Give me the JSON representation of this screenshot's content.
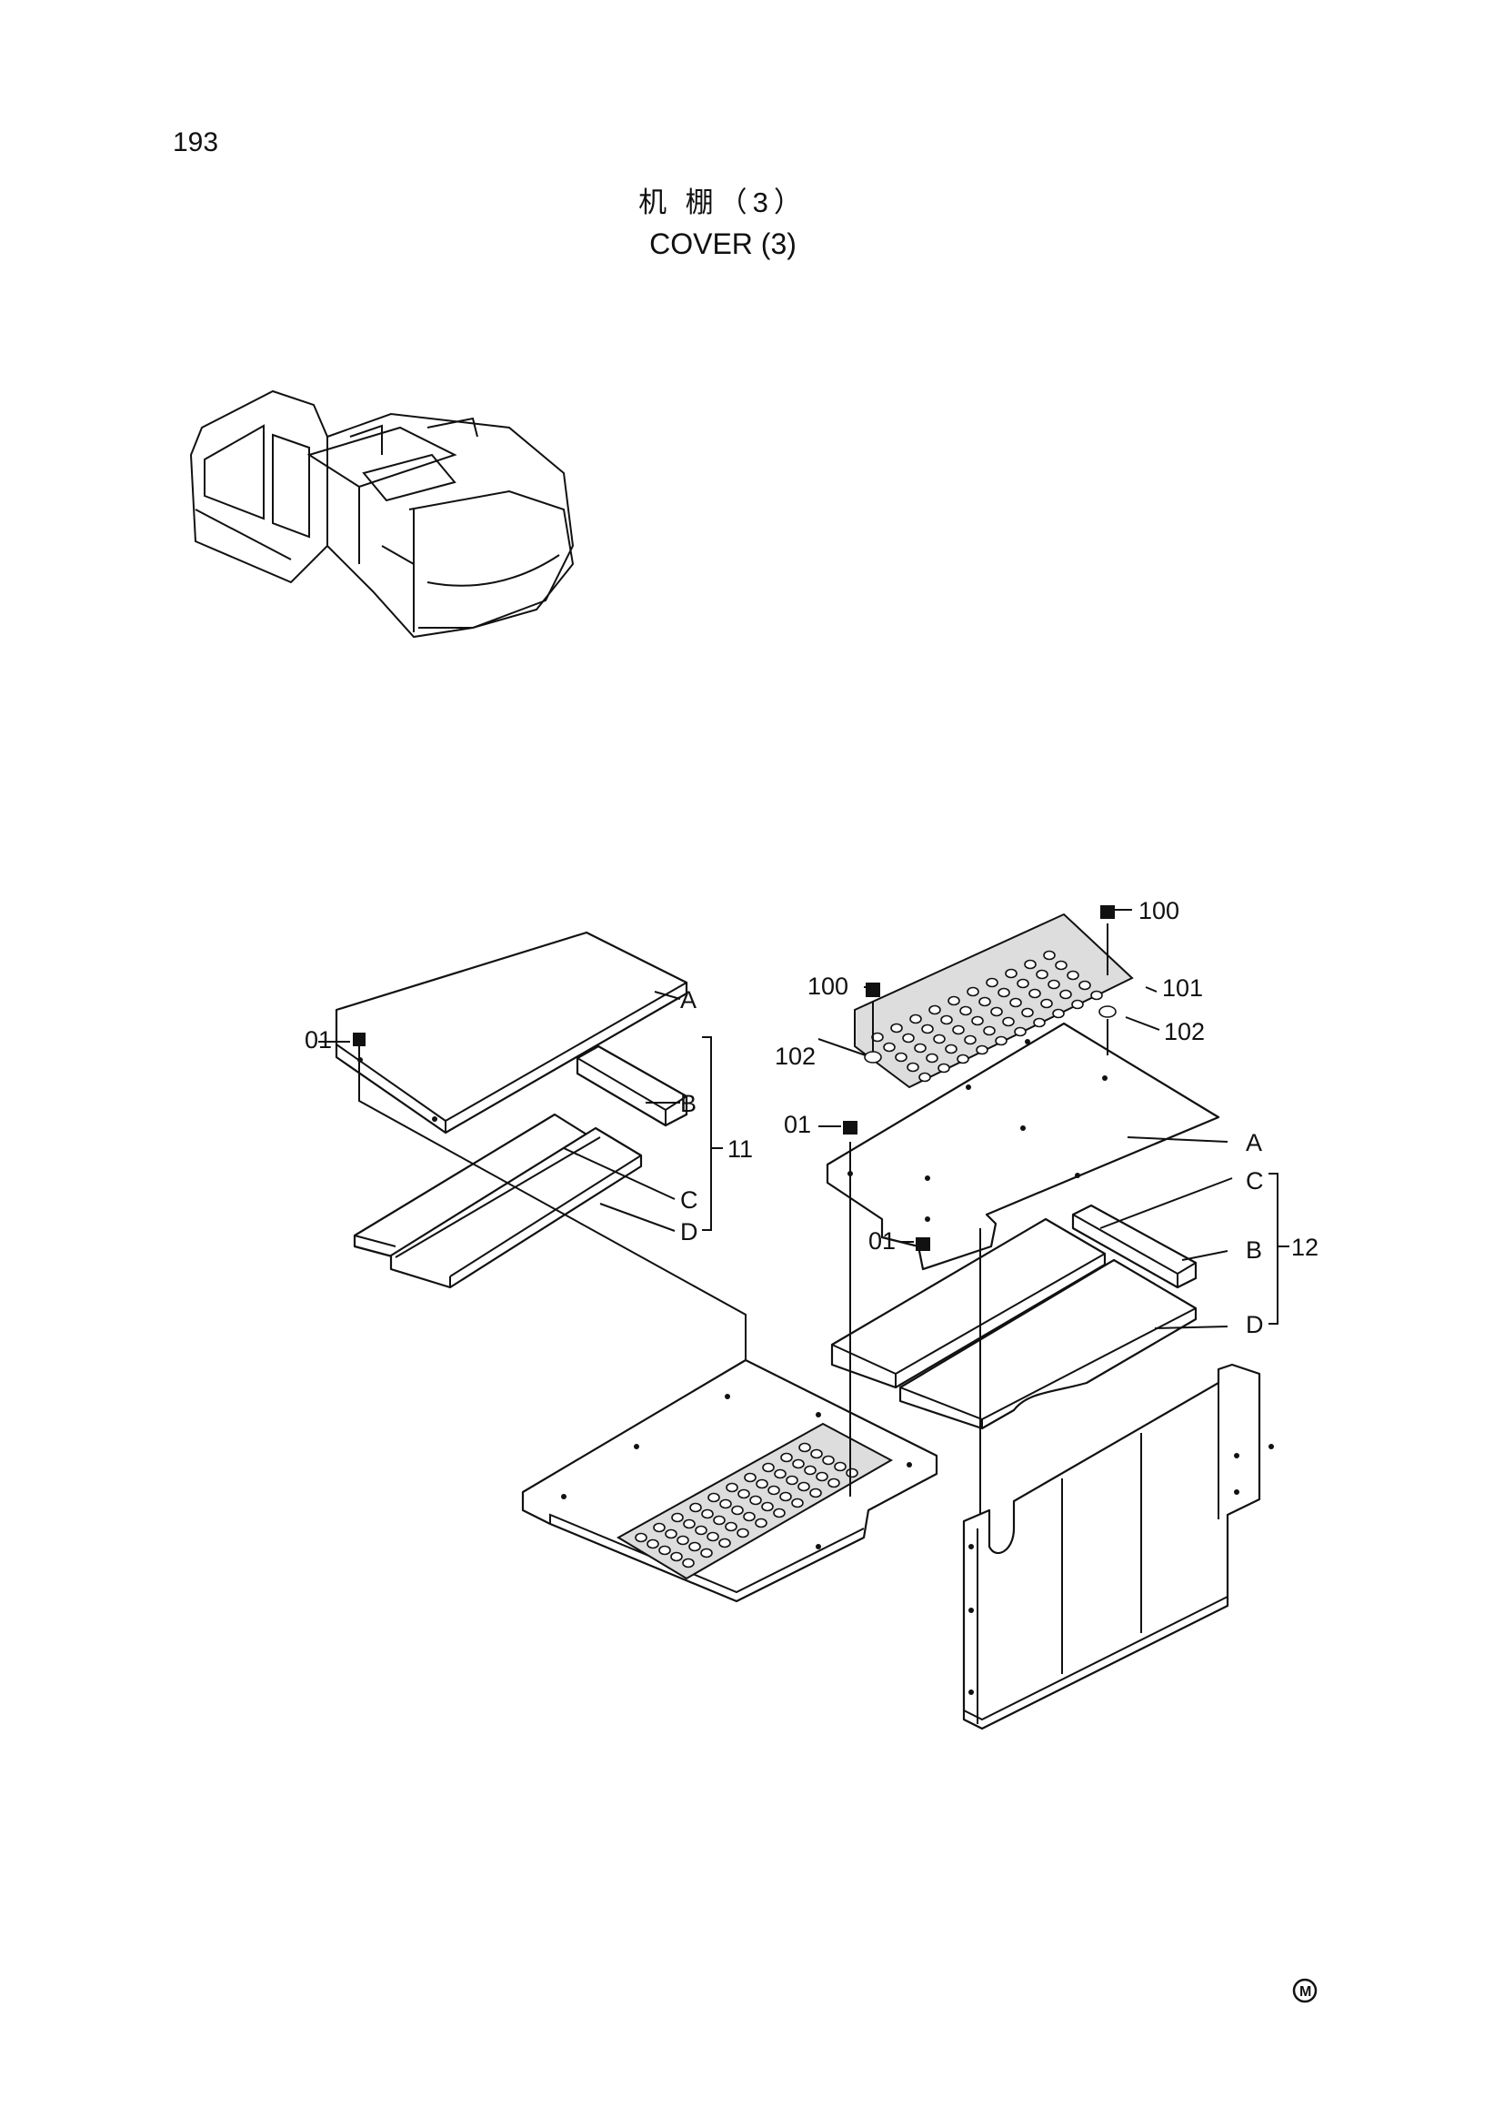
{
  "page": {
    "number": "193"
  },
  "title": {
    "cn": "机 棚（3）",
    "en": "COVER (3)"
  },
  "left_assembly": {
    "bolt": "01",
    "parts": [
      "A",
      "B",
      "C",
      "D"
    ],
    "group": "11"
  },
  "right_assembly": {
    "bolt_a": "01",
    "bolt_b": "01",
    "screw_top": "100",
    "screw_left": "100",
    "grating": "101",
    "washer_left": "102",
    "washer_right": "102",
    "parts": [
      "A",
      "C",
      "B",
      "D"
    ],
    "group": "12"
  },
  "corner_mark": "M"
}
